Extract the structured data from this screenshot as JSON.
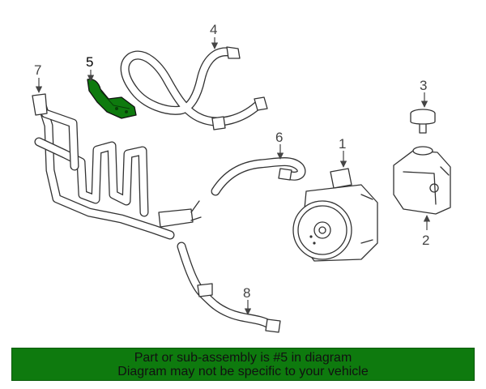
{
  "callouts": {
    "c1": "1",
    "c2": "2",
    "c3": "3",
    "c4": "4",
    "c5": "5",
    "c6": "6",
    "c7": "7",
    "c8": "8"
  },
  "highlight_color": "#0e7a0e",
  "banner": {
    "line1": "Part or sub-assembly is #5 in diagram",
    "line2": "Diagram may not be specific to your vehicle",
    "background": "#0e7a0e"
  }
}
